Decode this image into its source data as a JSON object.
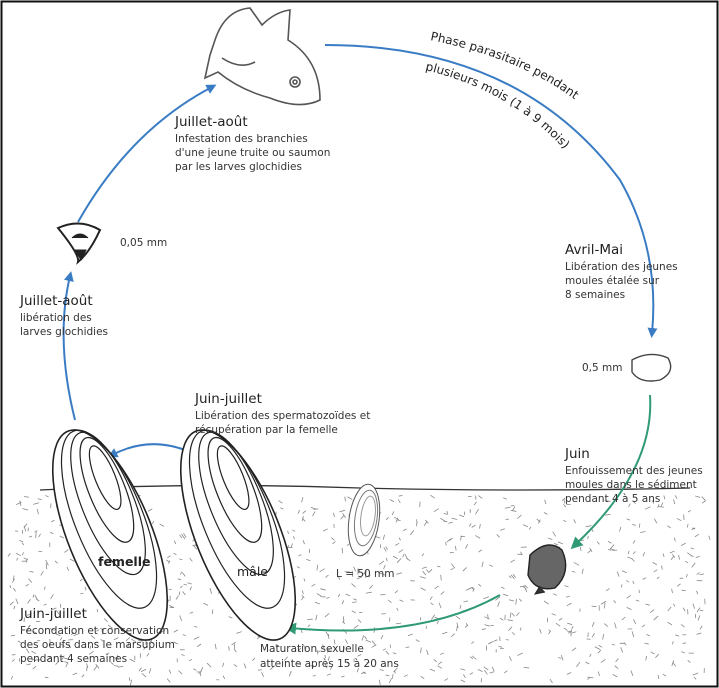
{
  "colors": {
    "blue_arrow": "#3a7cc4",
    "green_arrow": "#2f9a73",
    "frame": "#111111"
  },
  "arc_text": {
    "line1": "Phase parasitaire pendant",
    "line2": "plusieurs mois (1 à 9 mois)"
  },
  "stages": [
    {
      "title": "Juillet-août",
      "lines": [
        "Infestation des branchies",
        "d'une jeune truite ou saumon",
        "par les larves glochidies"
      ]
    },
    {
      "title": "Avril-Mai",
      "lines": [
        "Libération des jeunes",
        "moules étalée sur",
        "8 semaines"
      ]
    },
    {
      "title": "Juin",
      "lines": [
        "Enfouissement des jeunes",
        "moules dans le sédiment",
        "pendant 4 à 5 ans"
      ]
    },
    {
      "title": "",
      "lines": [
        "Maturation sexuelle",
        "atteinte après 15 à 20 ans"
      ]
    },
    {
      "title": "Juin-juillet",
      "lines": [
        "Fécondation et conservation",
        "des oeufs dans le marsupium",
        "pendant 4 semaines"
      ]
    },
    {
      "title": "Juin-juillet",
      "lines": [
        "Libération des spermatozoïdes et",
        "récupération par la femelle"
      ]
    },
    {
      "title": "Juillet-août",
      "lines": [
        "libération des",
        "larves glochidies"
      ]
    }
  ],
  "sizes": {
    "glochidia": "0,05 mm",
    "juvenile": "0,5 mm",
    "adult": "L = 50 mm"
  },
  "labels": {
    "female": "femelle",
    "male": "mâle"
  }
}
